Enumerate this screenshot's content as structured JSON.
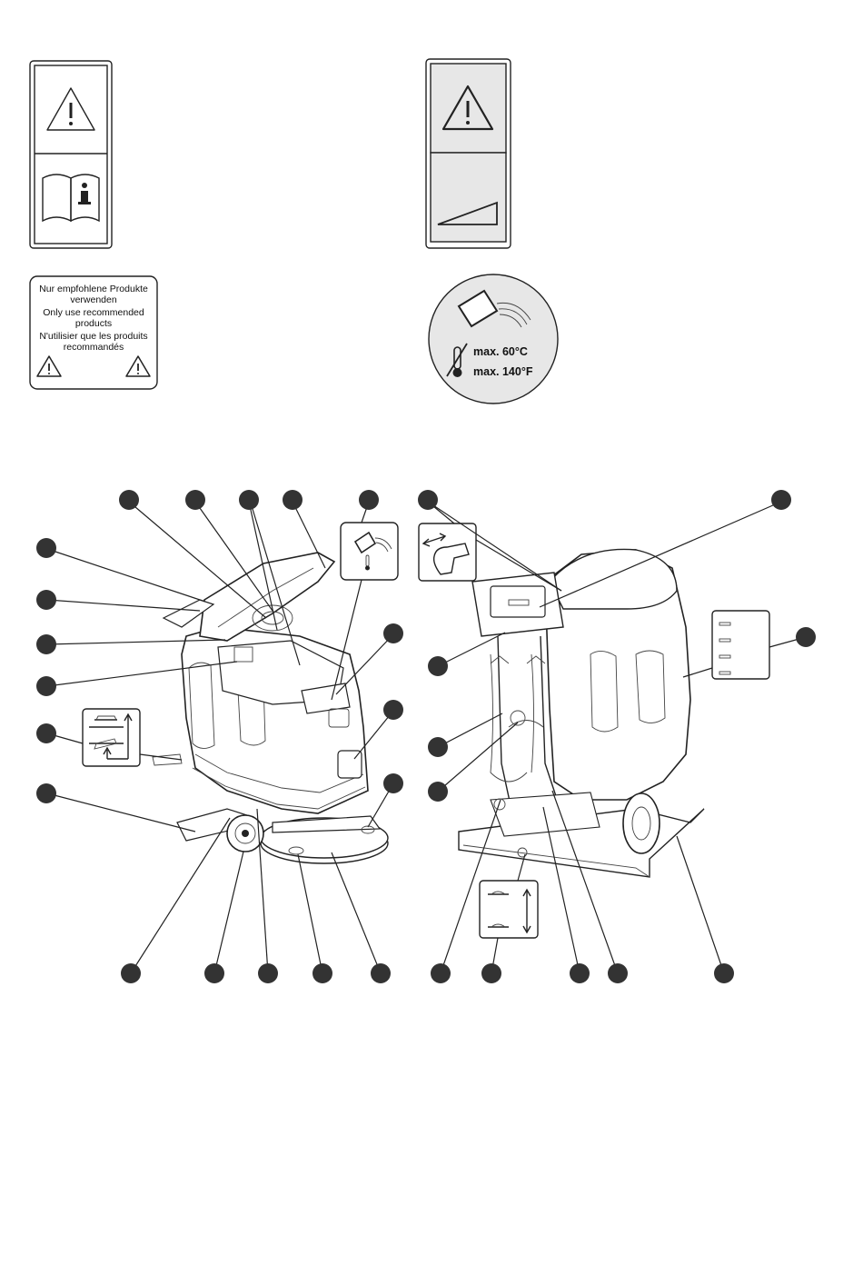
{
  "labels": {
    "products": {
      "lines": [
        "Nur empfohlene Produkte",
        "verwenden",
        "Only use recommended",
        "products",
        "N'utilisier que les produits",
        "recommandés"
      ]
    },
    "temperature": {
      "line1": "max. 60°C",
      "line2": "max. 140°F"
    }
  },
  "icons": [
    "warning-triangle-icon",
    "manual-book-info-icon",
    "slope-icon",
    "pour-liquid-icon",
    "thermometer-icon",
    "brush-lift-icon",
    "move-arrows-icon",
    "squeegee-lift-icon",
    "level-indicator-icon"
  ],
  "colors": {
    "callout": "#333333",
    "ink": "#222222",
    "gray_panel": "#e7e7e7"
  }
}
